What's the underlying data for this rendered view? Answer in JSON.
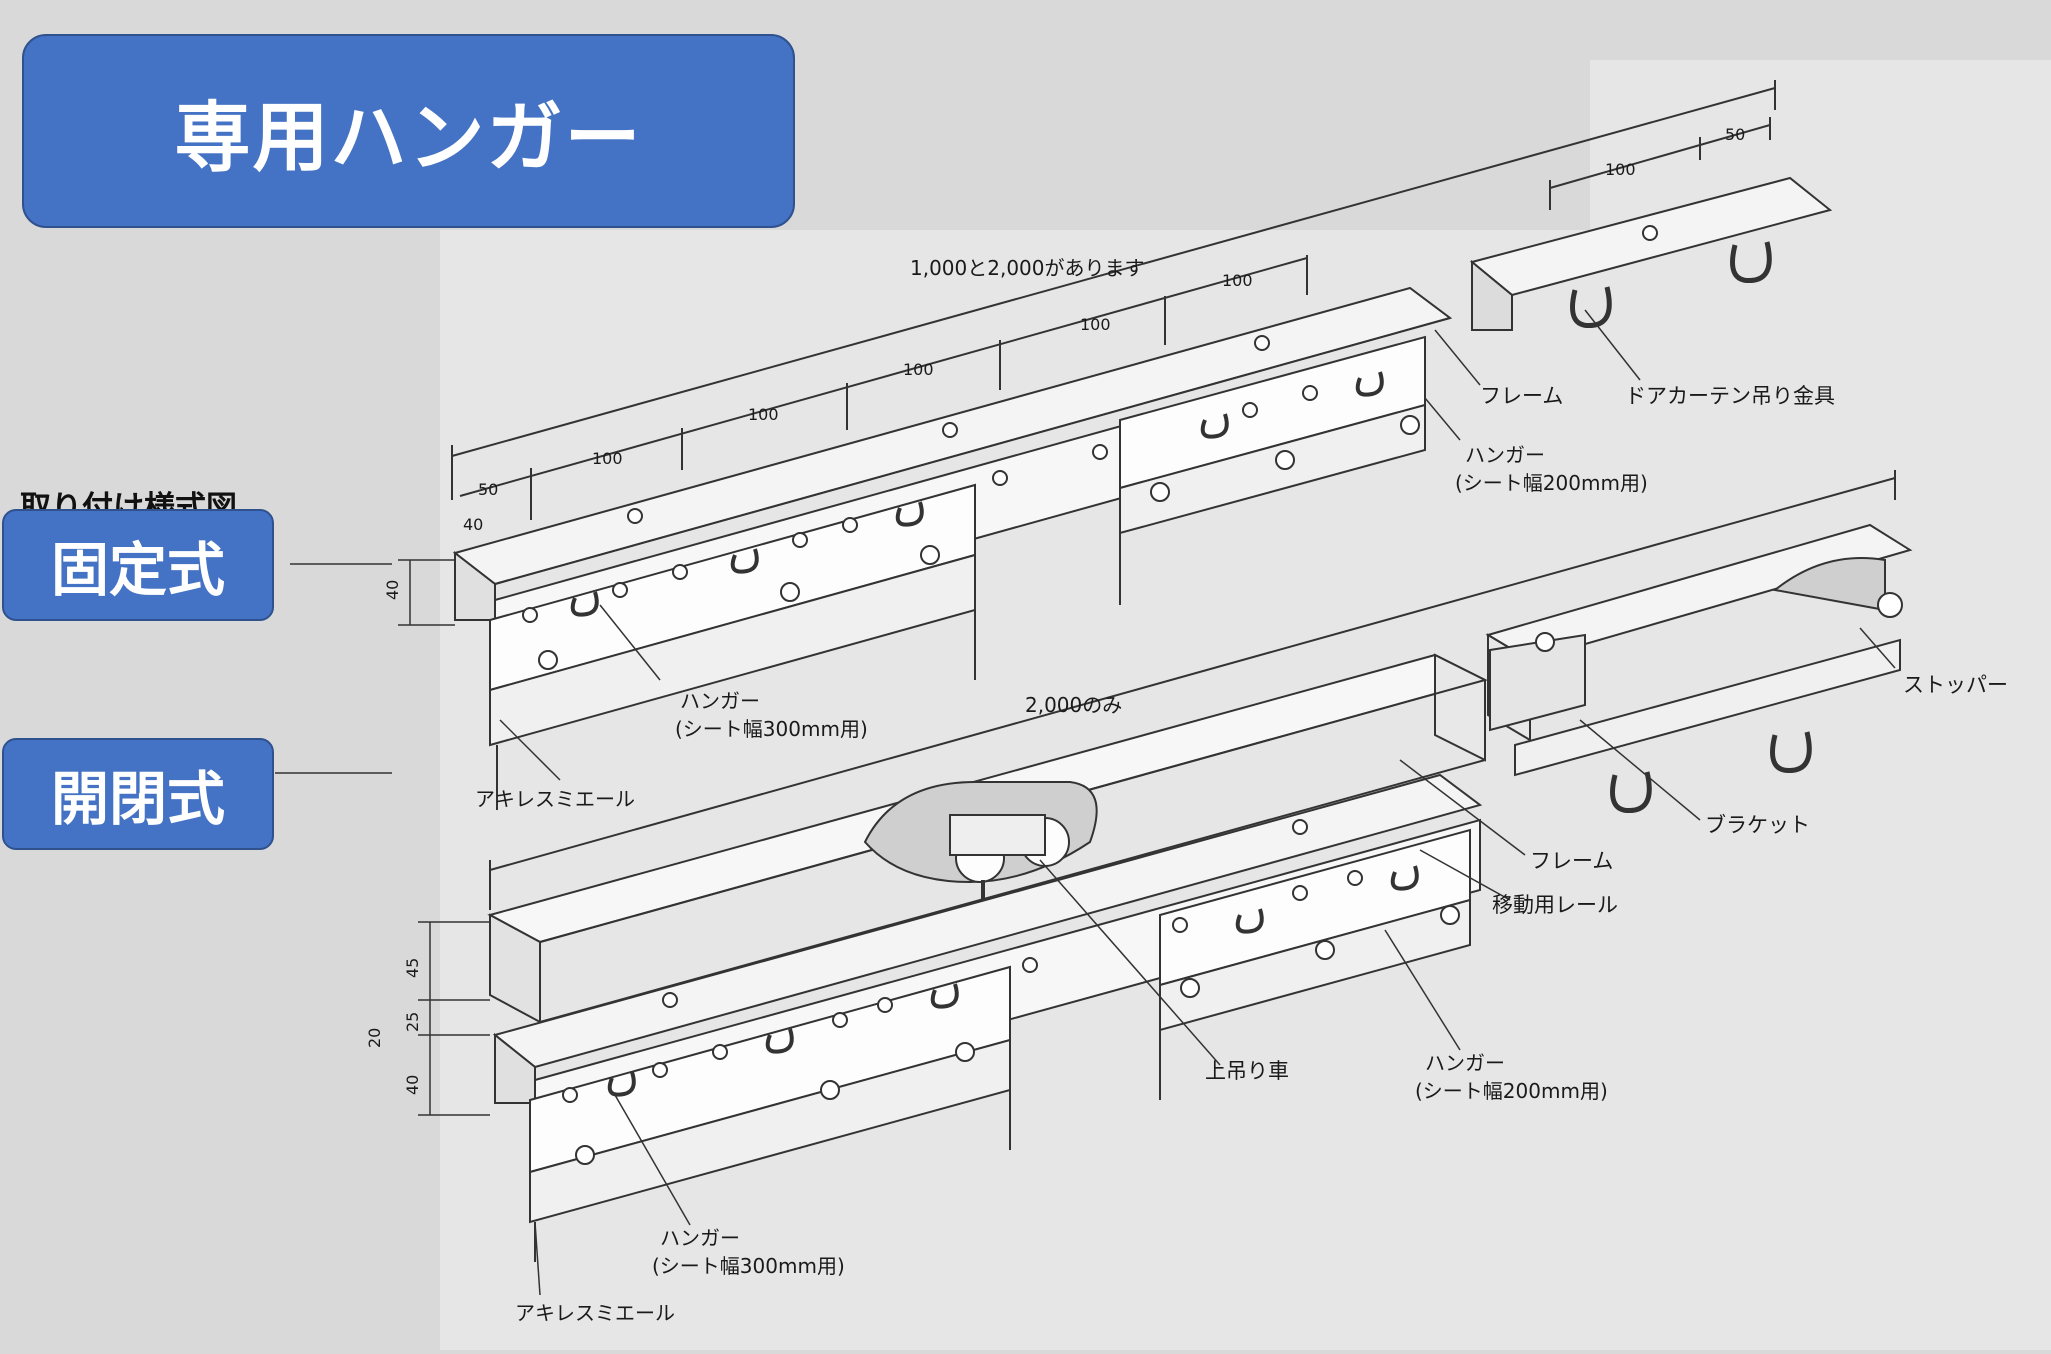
{
  "title": "専用ハンガー",
  "caption": "取り付け様式図",
  "tags": {
    "fixed": "固定式",
    "opening": "開閉式"
  },
  "top": {
    "length_note": "1,000と2,000があります",
    "dim_50": "50",
    "dim_100": "100",
    "dim_40a": "40",
    "dim_40b": "40",
    "frame": "フレーム",
    "bracket": "ドアカーテン吊り金具",
    "hanger200_line1": "ハンガー",
    "hanger200_line2": "(シート幅200mm用)",
    "hanger300_line1": "ハンガー",
    "hanger300_line2": "(シート幅300mm用)",
    "eyelet": "アキレスミエール"
  },
  "bottom": {
    "length_note": "2,000のみ",
    "stopper": "ストッパー",
    "bracket": "ブラケット",
    "frame": "フレーム",
    "rail": "移動用レール",
    "trolley": "上吊り車",
    "hanger200_line1": "ハンガー",
    "hanger200_line2": "(シート幅200mm用)",
    "hanger300_line1": "ハンガー",
    "hanger300_line2": "(シート幅300mm用)",
    "eyelet": "アキレスミエール",
    "dim_45": "45",
    "dim_25": "25",
    "dim_20": "20",
    "dim_40": "40"
  },
  "colors": {
    "accent": "#4472c4",
    "background": "#d9d9d9",
    "line": "#333333"
  }
}
